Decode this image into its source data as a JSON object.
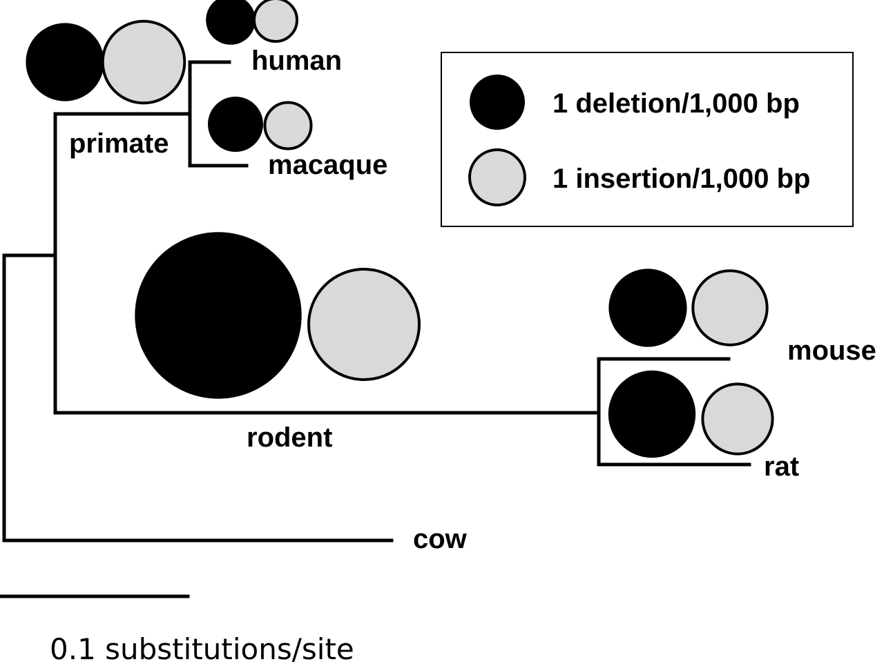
{
  "colors": {
    "deletion": "#000000",
    "insertion": "#d9d9d9",
    "line": "#000000",
    "background": "#ffffff"
  },
  "tree": {
    "labels": {
      "human": "human",
      "macaque": "macaque",
      "primate": "primate",
      "rodent": "rodent",
      "mouse": "mouse",
      "rat": "rat",
      "cow": "cow"
    }
  },
  "rates": {
    "human": {
      "deletion": 0.8,
      "insertion": 0.6
    },
    "primate": {
      "deletion": 2.0,
      "insertion": 2.2
    },
    "macaque": {
      "deletion": 1.0,
      "insertion": 0.7
    },
    "rodent": {
      "deletion": 9.1,
      "insertion": 4.0
    },
    "mouse": {
      "deletion": 2.0,
      "insertion": 1.8
    },
    "rat": {
      "deletion": 2.5,
      "insertion": 1.6
    }
  },
  "legend": {
    "deletion_label": "1 deletion/1,000 bp",
    "insertion_label": "1 insertion/1,000 bp",
    "unit_rate": 1
  },
  "scale": {
    "label": "0.1 substitutions/site"
  }
}
